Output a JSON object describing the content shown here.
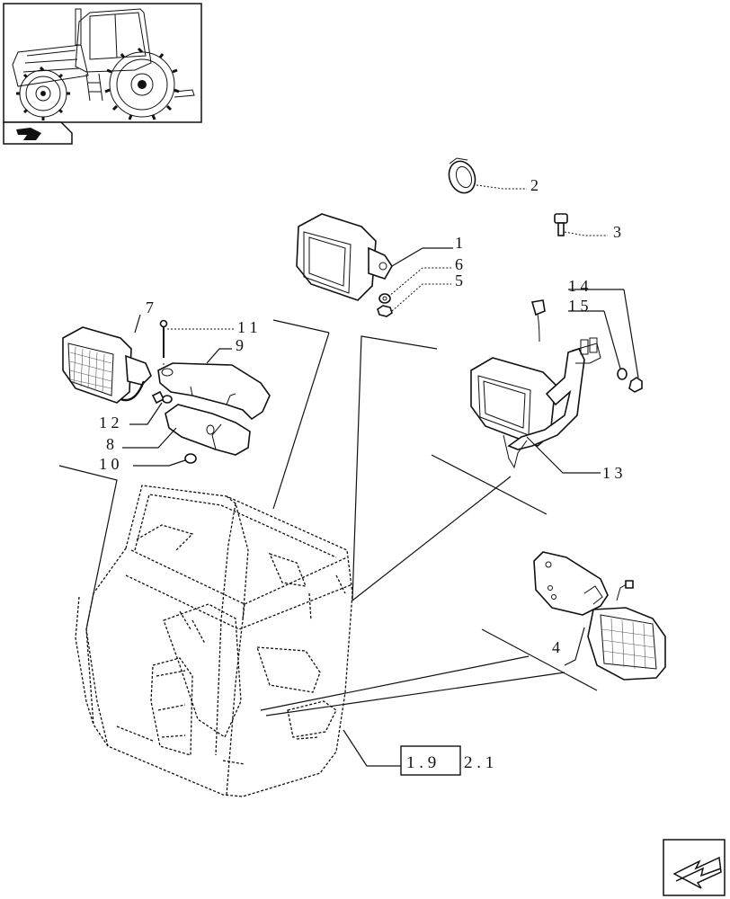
{
  "callouts": {
    "c1": "1",
    "c2": "2",
    "c3": "3",
    "c4": "4",
    "c5": "5",
    "c6": "6",
    "c7": "7",
    "c8": "8",
    "c9": "9",
    "c10": "1 0",
    "c11": "1 1",
    "c12": "1 2",
    "c13": "1 3",
    "c14": "1 4",
    "c15": "1 5"
  },
  "reference": {
    "boxed": "1 . 9",
    "rest": "2 . 1"
  },
  "icons": {
    "thumbnail": "tractor-thumbnail-icon",
    "section_flag": "section-flag-icon",
    "nav_arrow": "next-page-arrow-icon"
  }
}
